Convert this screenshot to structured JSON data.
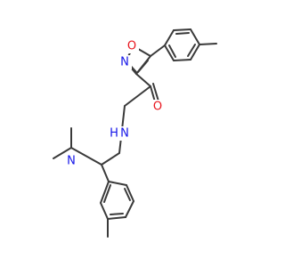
{
  "structure": {
    "atoms": {
      "O_ring": {
        "text": "O",
        "color": "#e8141c"
      },
      "N_ring": {
        "text": "N",
        "color": "#1414e8"
      },
      "O_carbonyl": {
        "text": "O",
        "color": "#e8141c"
      },
      "N_amide": {
        "text": "N",
        "color": "#1414e8"
      },
      "H_amide": {
        "text": "H",
        "color": "#1414e8"
      },
      "N_amine": {
        "text": "N",
        "color": "#1414e8"
      }
    },
    "bond_color": "#3a3a3a",
    "background": "#ffffff"
  }
}
